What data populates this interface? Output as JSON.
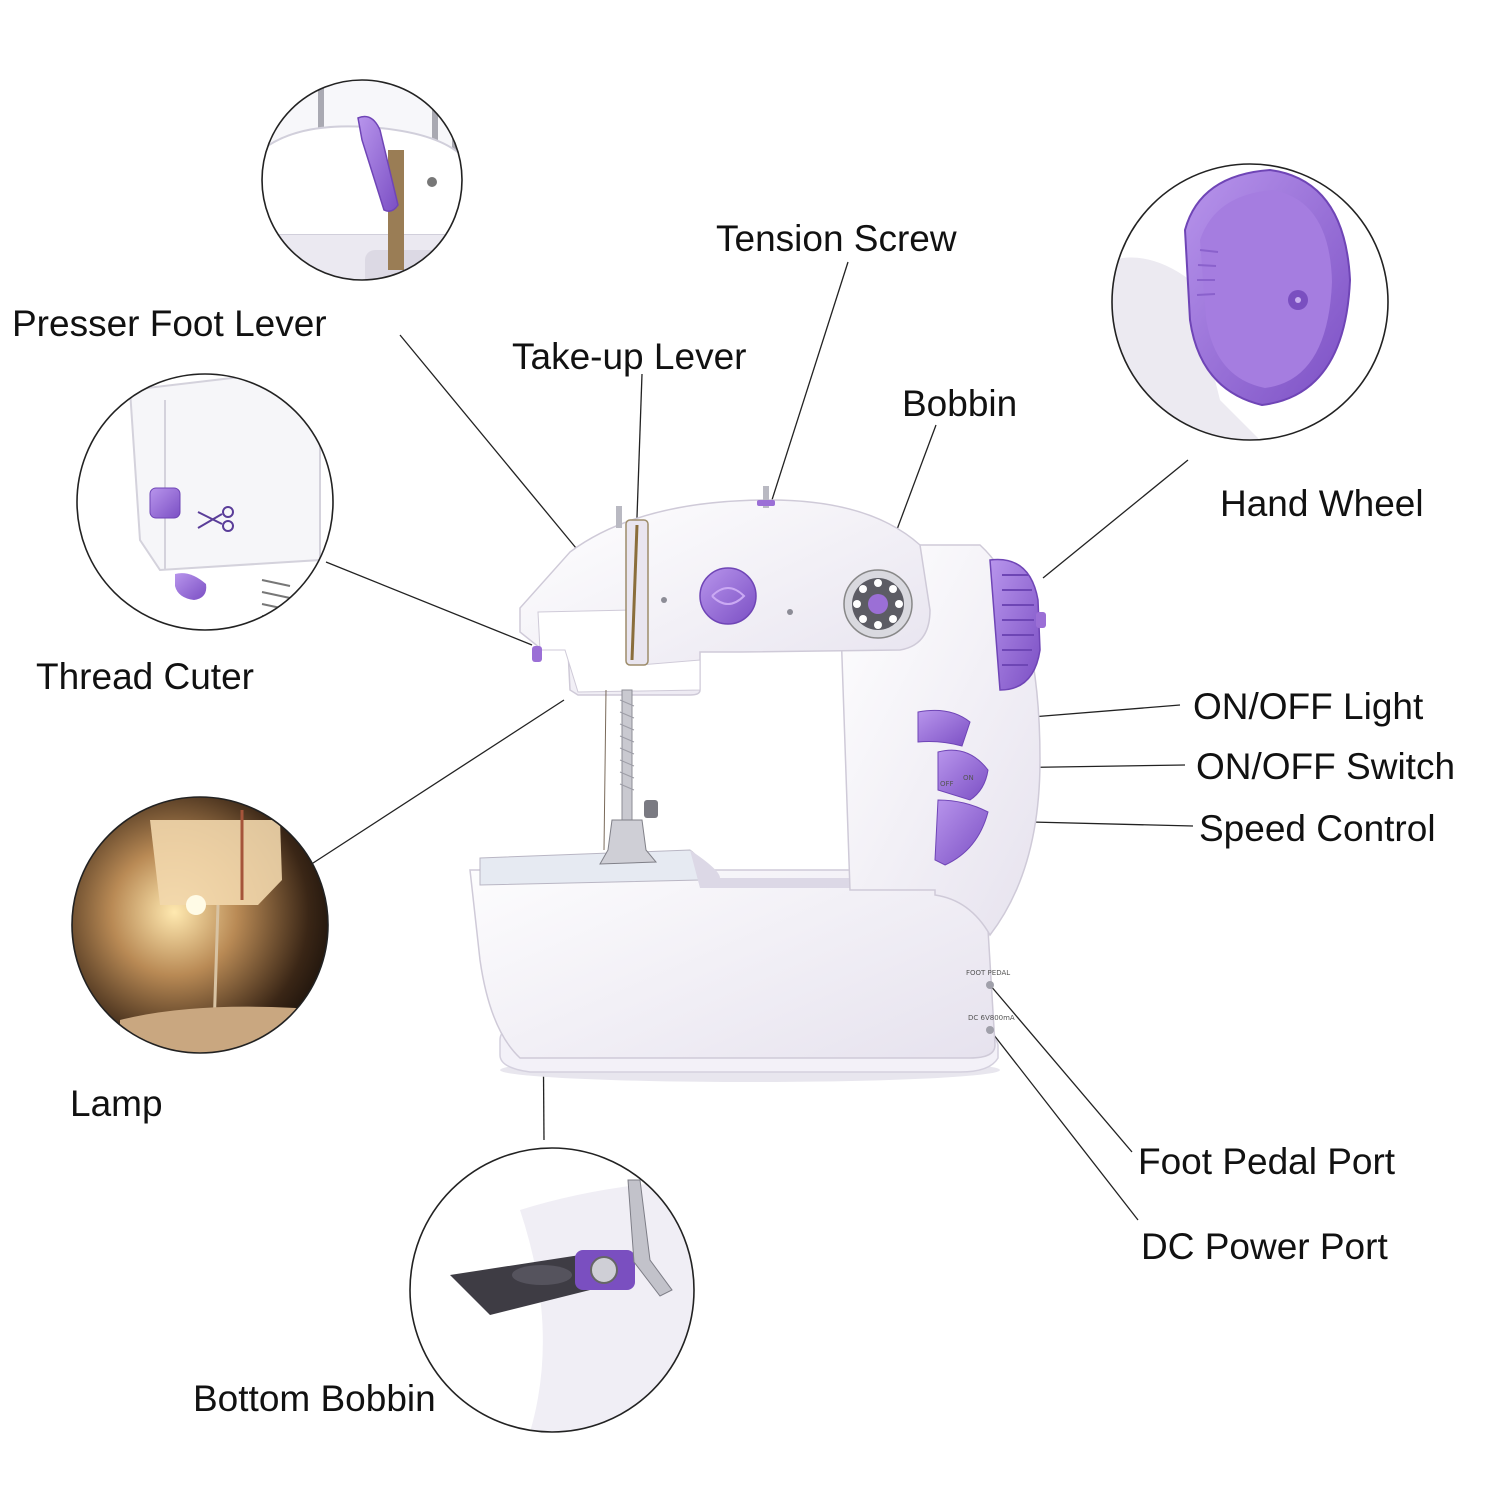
{
  "colors": {
    "accent": "#9b6fd6",
    "accent_dark": "#7a4fc0",
    "body": "#f4f2f8",
    "line": "#222222"
  },
  "labels": {
    "presser_foot_lever": "Presser Foot Lever",
    "thread_cutter": "Thread Cuter",
    "lamp": "Lamp",
    "take_up_lever": "Take-up Lever",
    "tension_screw": "Tension Screw",
    "bobbin": "Bobbin",
    "hand_wheel": "Hand Wheel",
    "on_off_light": "ON/OFF Light",
    "on_off_switch": "ON/OFF Switch",
    "speed_control": "Speed Control",
    "foot_pedal_port": "Foot Pedal Port",
    "dc_power_port": "DC Power Port",
    "bottom_bobbin": "Bottom Bobbin"
  },
  "machine_markings": {
    "button_off": "OFF",
    "button_on": "ON",
    "port_foot": "FOOT PEDAL",
    "port_dc": "DC 6V800mA"
  }
}
